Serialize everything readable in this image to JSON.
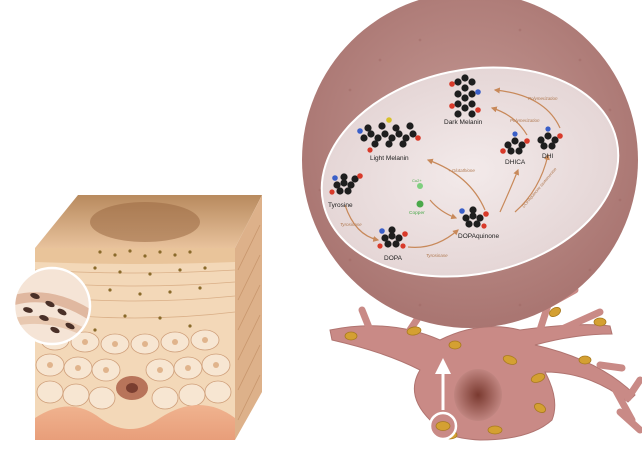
{
  "compounds": {
    "tyrosine": "Tyrosine",
    "dopa": "DOPA",
    "dopaquinone": "DOPAquinone",
    "light_melanin": "Light Melanin",
    "dark_melanin": "Dark Melanin",
    "dhica": "DHICA",
    "dhi": "DHI"
  },
  "enzymes": {
    "tyrosinase_1": "Tyrosinase",
    "tyrosinase_2": "Tyrosinase",
    "glutathione": "+ Glutathione",
    "tautomerase": "DOPAquinone tautomerase",
    "polymerization_1": "Polymerization",
    "polymerization_2": "Polymerization"
  },
  "cofactor": {
    "copper": "Copper",
    "cu": "Cu2+"
  },
  "colors": {
    "zoom_fill": "#b98a86",
    "vesicle_fill": "#ece1e1",
    "arrow": "#c8895a",
    "skin_tan": "#e9c09a",
    "cell_pink": "#c98a86",
    "granule": "#d4a032"
  }
}
